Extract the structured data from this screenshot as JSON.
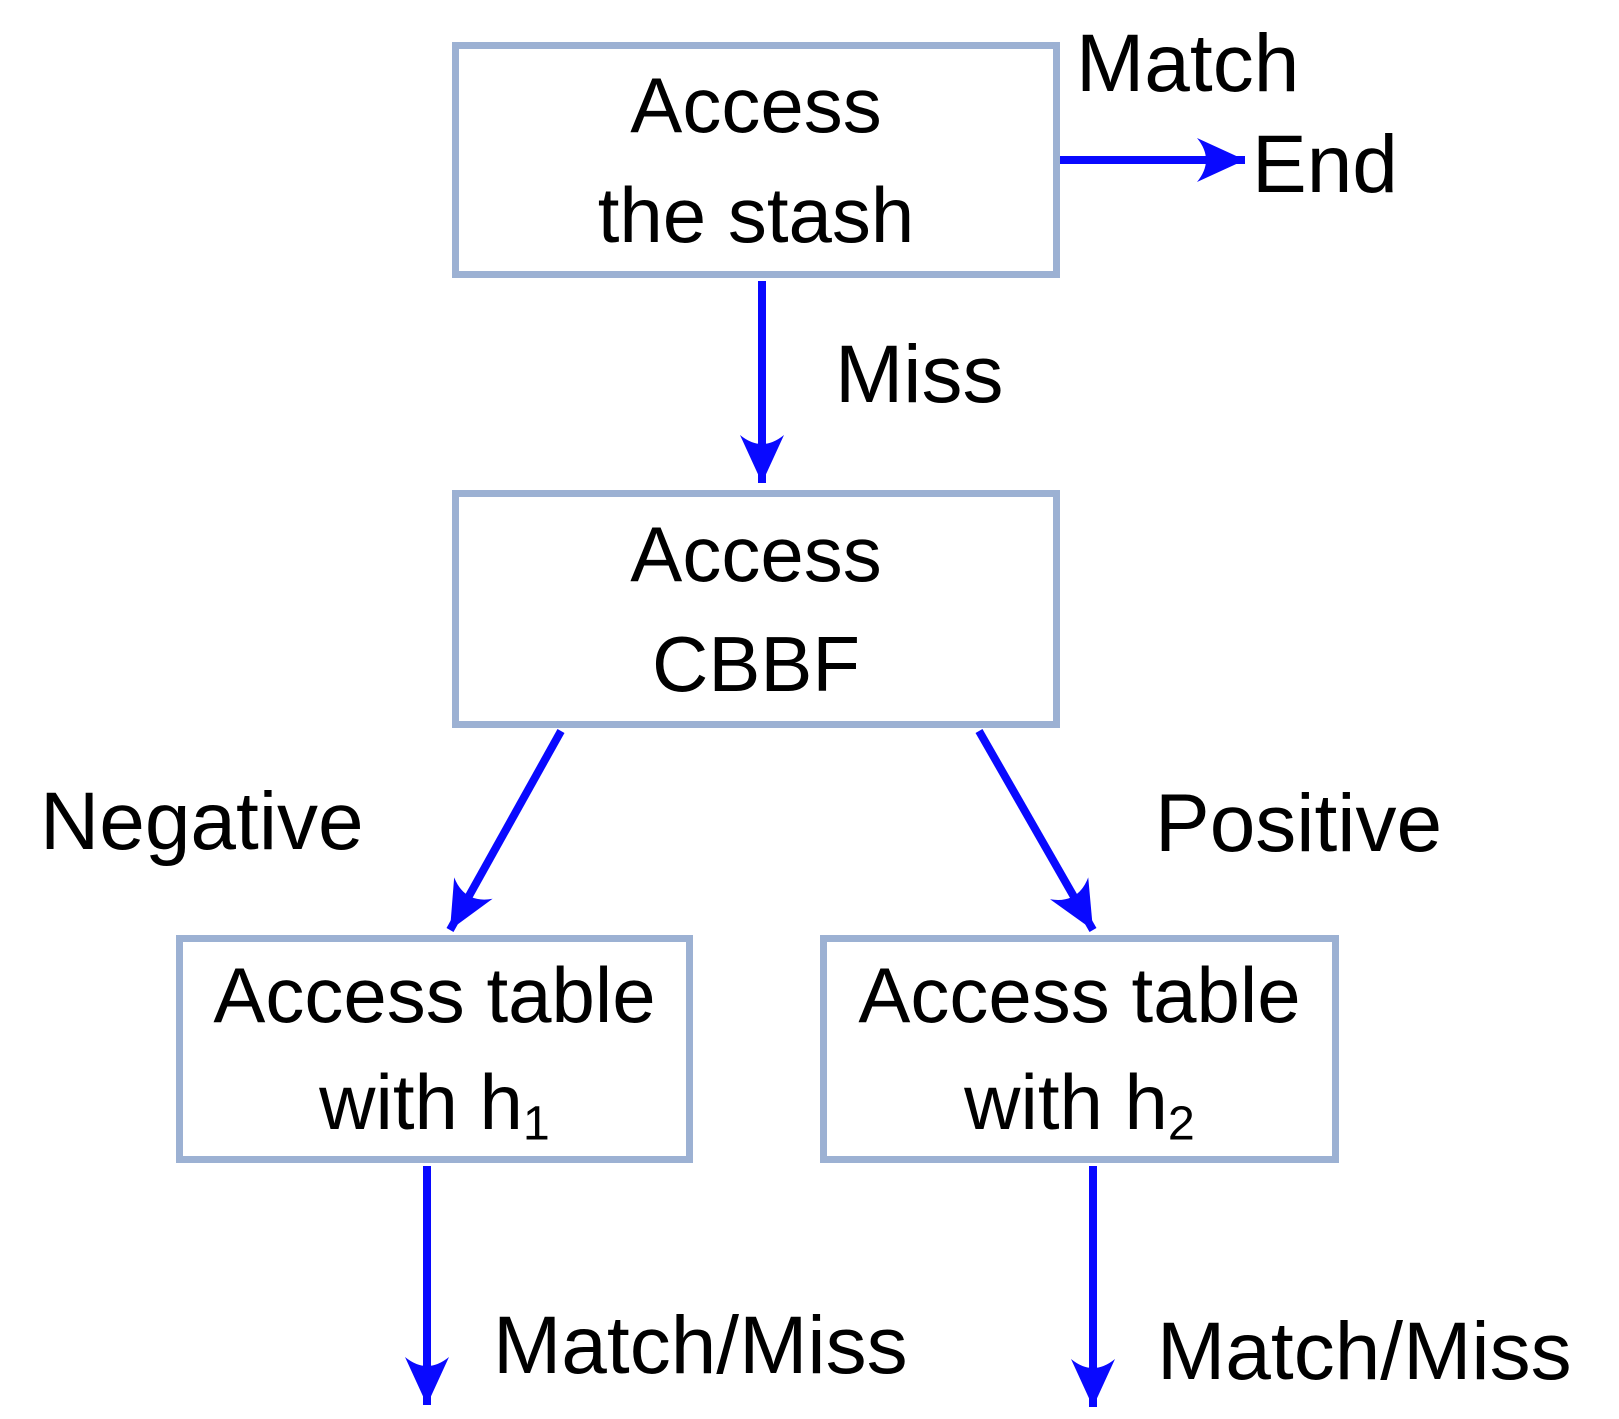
{
  "diagram": {
    "type": "flowchart",
    "colors": {
      "background": "#ffffff",
      "box_border": "#9cb1d3",
      "arrow": "#0909ff",
      "text": "#000000"
    },
    "nodes": {
      "stash": {
        "line1": "Access",
        "line2": "the stash"
      },
      "cbbf": {
        "line1": "Access",
        "line2": "CBBF"
      },
      "table_h1": {
        "line1": "Access table",
        "line2_main": "with h",
        "line2_sub": "1"
      },
      "table_h2": {
        "line1": "Access table",
        "line2_main": "with h",
        "line2_sub": "2"
      }
    },
    "edge_labels": {
      "match": "Match",
      "end": "End",
      "miss": "Miss",
      "negative": "Negative",
      "positive": "Positive",
      "match_miss_left": "Match/Miss",
      "match_miss_right": "Match/Miss"
    },
    "edges": [
      {
        "from": "stash",
        "to": "End",
        "label": "Match"
      },
      {
        "from": "stash",
        "to": "cbbf",
        "label": "Miss"
      },
      {
        "from": "cbbf",
        "to": "table_h1",
        "label": "Negative"
      },
      {
        "from": "cbbf",
        "to": "table_h2",
        "label": "Positive"
      },
      {
        "from": "table_h1",
        "to": "result",
        "label": "Match/Miss"
      },
      {
        "from": "table_h2",
        "to": "result",
        "label": "Match/Miss"
      }
    ]
  }
}
